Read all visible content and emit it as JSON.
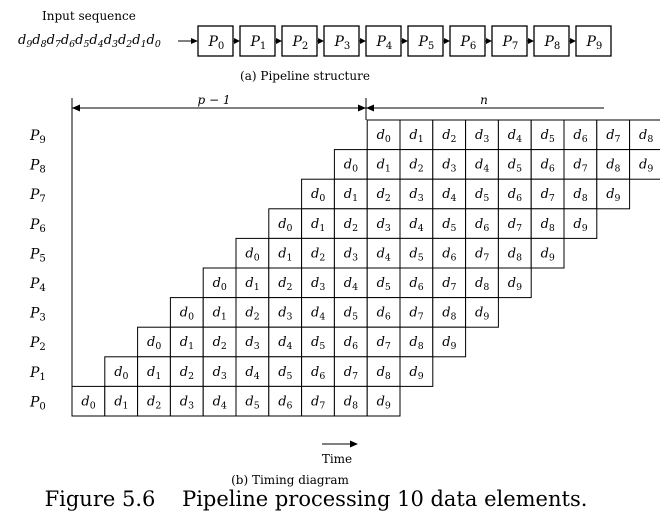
{
  "input": {
    "label": "Input sequence",
    "sequence": [
      "d9",
      "d8",
      "d7",
      "d6",
      "d5",
      "d4",
      "d3",
      "d2",
      "d1",
      "d0"
    ]
  },
  "stages": [
    "P0",
    "P1",
    "P2",
    "P3",
    "P4",
    "P5",
    "P6",
    "P7",
    "P8",
    "P9"
  ],
  "data_items": [
    "d0",
    "d1",
    "d2",
    "d3",
    "d4",
    "d5",
    "d6",
    "d7",
    "d8",
    "d9"
  ],
  "captions": {
    "structure": "(a) Pipeline structure",
    "timing": "(b) Timing diagram",
    "figure": "Figure 5.6    Pipeline processing 10 data elements."
  },
  "labels": {
    "p_minus_1": "p − 1",
    "n": "n",
    "time": "Time"
  },
  "colors": {
    "ink": "#000000",
    "background": "#ffffff"
  }
}
